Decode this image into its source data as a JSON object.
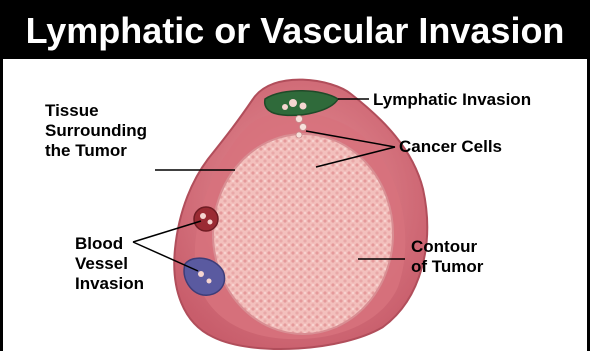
{
  "title": "Lymphatic or Vascular Invasion",
  "labels": {
    "lymphatic_invasion": "Lymphatic Invasion",
    "tissue": [
      "Tissue",
      "Surrounding",
      "the Tumor"
    ],
    "cancer_cells": "Cancer Cells",
    "blood_vessel": [
      "Blood",
      "Vessel",
      "Invasion"
    ],
    "contour": [
      "Contour",
      "of Tumor"
    ]
  },
  "colors": {
    "header_bg": "#000000",
    "header_text": "#ffffff",
    "tissue_pink": "#d9737e",
    "tumor_pink": "#f1b7b5",
    "lymph_green": "#2f6a3a",
    "vessel_blue": "#5a5aa0",
    "vessel_red": "#9a2b33"
  }
}
